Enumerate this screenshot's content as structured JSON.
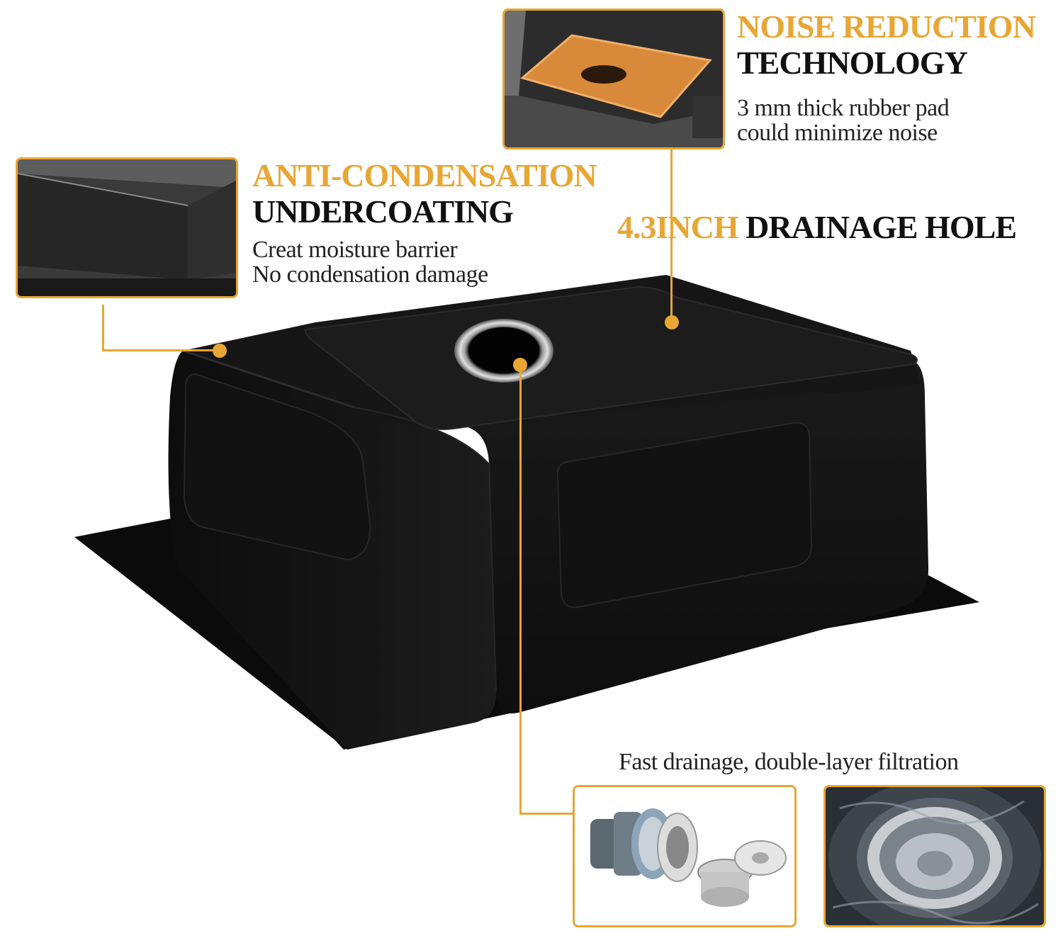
{
  "colors": {
    "accent": "#e8a634",
    "dark_text": "#111111",
    "sink_body": "#141414"
  },
  "noise": {
    "title_accent": "NOISE REDUCTION",
    "title_dark": "TECHNOLOGY",
    "lines": [
      "3 mm thick rubber pad",
      "could minimize noise"
    ]
  },
  "condensation": {
    "title_accent": "ANTI-CONDENSATION",
    "title_dark": "UNDERCOATING",
    "lines": [
      "Creat moisture barrier",
      "No condensation damage"
    ]
  },
  "drainage": {
    "title_accent": "4.3INCH",
    "title_dark": "DRAINAGE HOLE",
    "line": "Fast drainage, double-layer filtration"
  },
  "images": {
    "noise_inset": "rubber-pad-closeup",
    "condensation_inset": "undercoating-closeup",
    "strainer_parts": "strainer-parts",
    "strainer_installed": "strainer-in-water",
    "main": "black-undermount-sink-underside"
  }
}
